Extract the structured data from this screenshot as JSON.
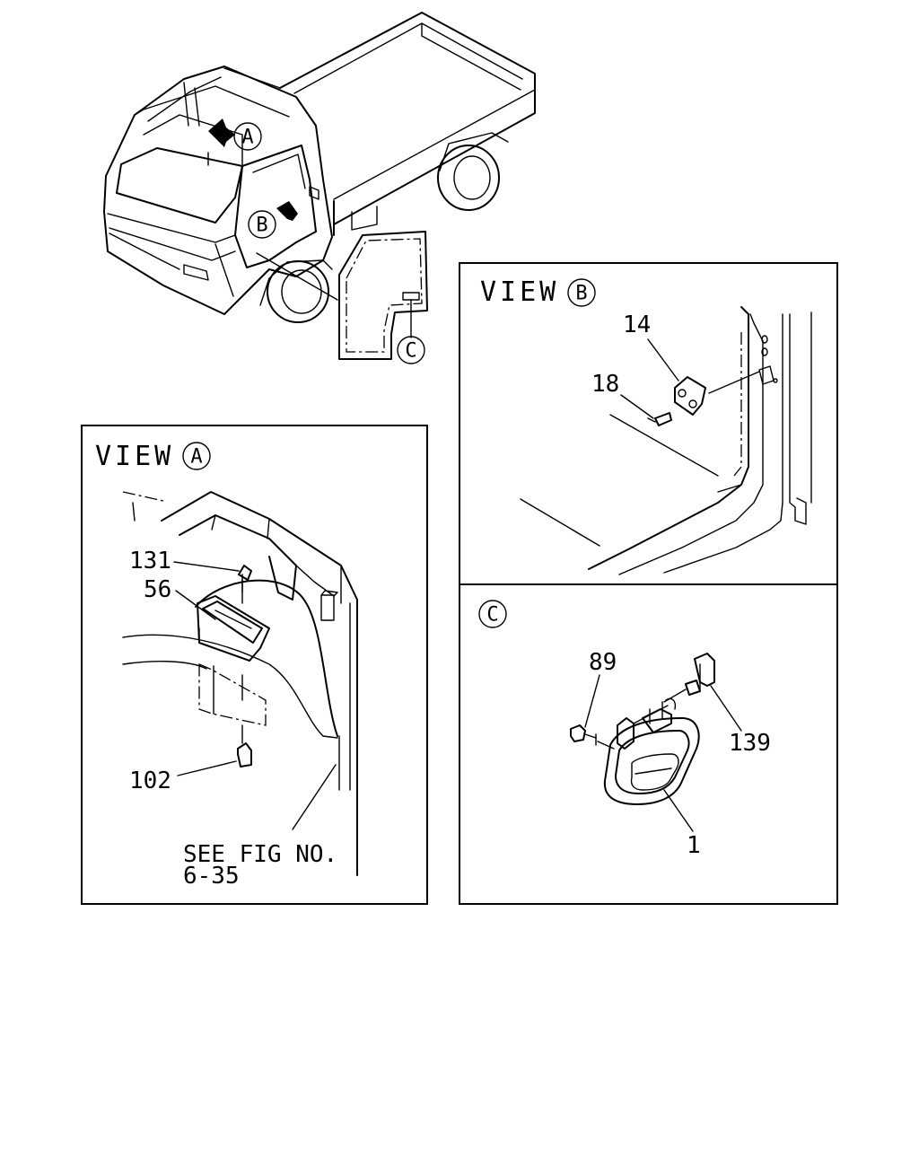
{
  "callouts": {
    "A": "A",
    "B": "B",
    "C": "C"
  },
  "view_a": {
    "title": "VIEW",
    "letter": "A",
    "parts": [
      "131",
      "56",
      "102"
    ],
    "note_line1": "SEE FIG NO.",
    "note_line2": "6-35"
  },
  "view_b": {
    "title": "VIEW",
    "letter": "B",
    "parts": [
      "14",
      "18"
    ]
  },
  "view_c": {
    "letter": "C",
    "parts": [
      "89",
      "139",
      "1"
    ]
  }
}
